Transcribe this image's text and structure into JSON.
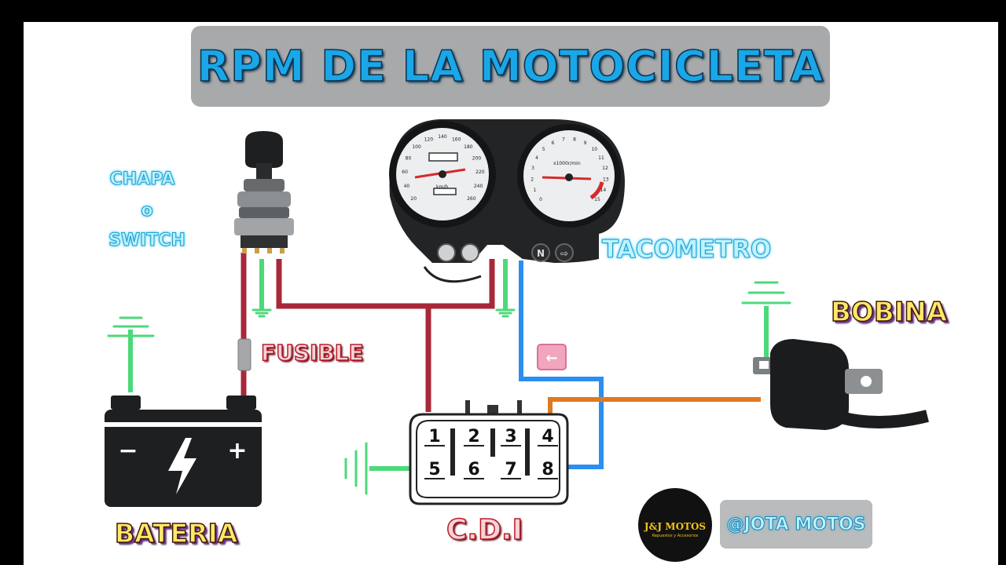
{
  "title": "RPM DE LA MOTOCICLETA",
  "labels": {
    "switch_line1": "CHAPA",
    "switch_line2": "o",
    "switch_line3": "SWITCH",
    "tachometer": "TACOMETRO",
    "fuse": "FUSIBLE",
    "coil": "BOBINA",
    "battery": "BATERIA",
    "cdi": "C.D.I"
  },
  "battery_terminals": {
    "negative": "−",
    "positive": "+"
  },
  "cdi_pins": [
    "1",
    "2",
    "3",
    "4",
    "5",
    "6",
    "7",
    "8"
  ],
  "speedometer": {
    "unit": "km/h",
    "scale": [
      "20",
      "40",
      "60",
      "80",
      "100",
      "120",
      "140",
      "160",
      "180",
      "200",
      "220",
      "240",
      "260"
    ]
  },
  "tachometer_gauge": {
    "unit": "x1000r/min",
    "scale": [
      "0",
      "1",
      "2",
      "3",
      "4",
      "5",
      "6",
      "7",
      "8",
      "9",
      "10",
      "11",
      "12",
      "13",
      "14",
      "15"
    ]
  },
  "dash_indicators": [
    "N",
    "⇨"
  ],
  "arrow_marker": "←",
  "logo": {
    "name": "J&J MOTOS",
    "subtitle": "Repuestos y Accesorios"
  },
  "handle": "@JOTA MOTOS",
  "colors": {
    "wire_red": "#a8283a",
    "wire_blue": "#2a8ff0",
    "wire_orange": "#e07a20",
    "ground_green": "#4cd97a",
    "title_blue": "#1aa7e8",
    "title_box": "#a7a9aa"
  }
}
